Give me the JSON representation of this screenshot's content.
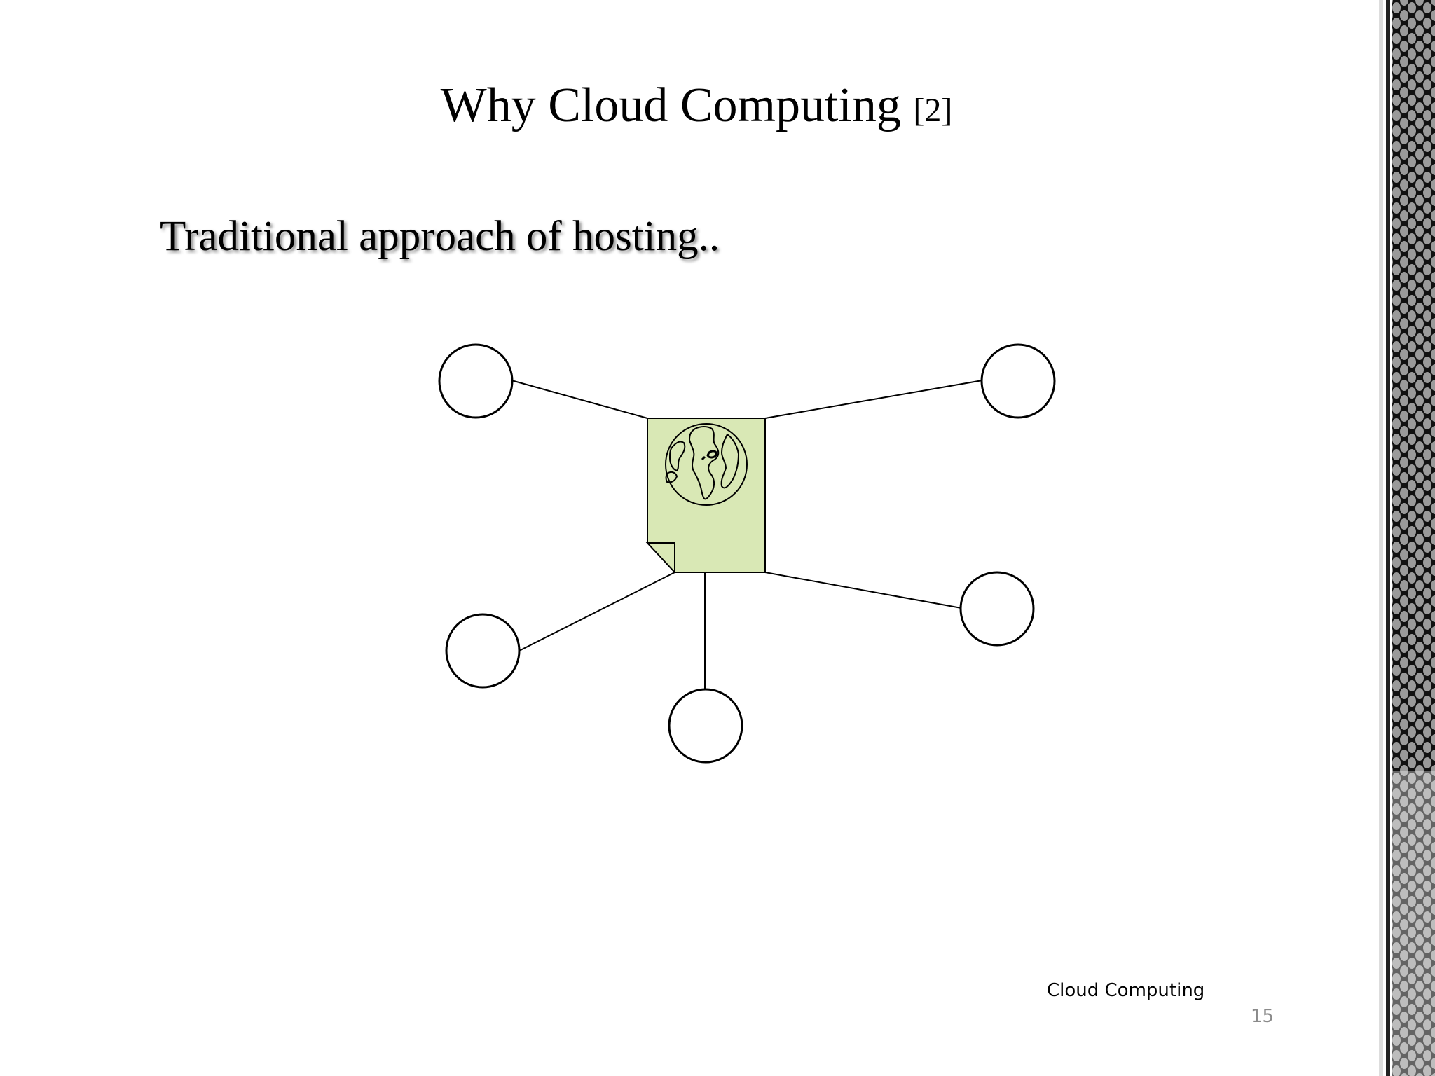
{
  "slide": {
    "title_main": "Why Cloud Computing",
    "title_ref": "[2]",
    "subtitle": "Traditional approach of hosting..",
    "footer": "Cloud Computing",
    "page_number": "15"
  },
  "diagram": {
    "center_node": {
      "icon": "web-document-globe-icon",
      "fill_color": "#d9e8b5"
    },
    "client_nodes": [
      {
        "name": "client-top-left"
      },
      {
        "name": "client-top-right"
      },
      {
        "name": "client-bottom-left"
      },
      {
        "name": "client-bottom-center"
      },
      {
        "name": "client-bottom-right"
      }
    ]
  },
  "colors": {
    "background": "#ffffff",
    "text": "#000000",
    "page_number": "#8a8a8a"
  }
}
